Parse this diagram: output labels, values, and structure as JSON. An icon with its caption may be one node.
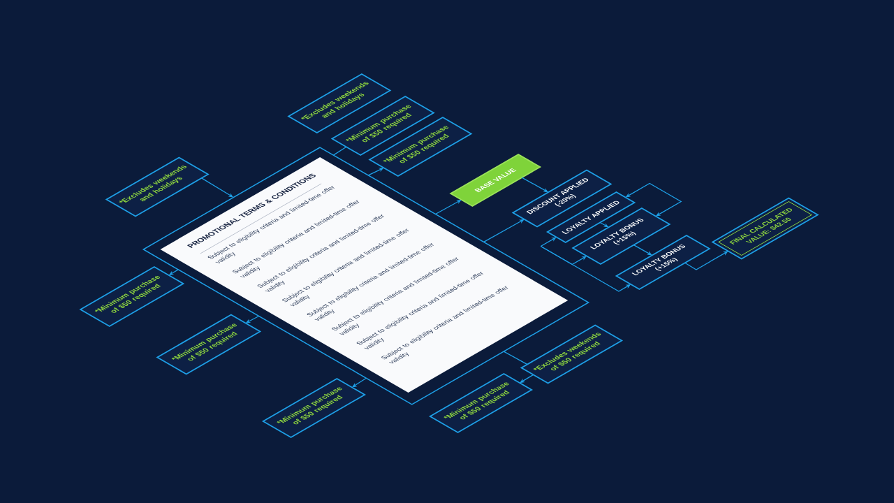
{
  "diagram": {
    "nodes": [
      {
        "text": [
          "*Excludes weekends and holidays"
        ]
      },
      {
        "text": [
          "*Minimum purchase of $50 required"
        ]
      },
      {
        "text": [
          "*Minimum purchase of $50 required"
        ]
      },
      {
        "text": [
          "*Excludes weekends and holidays"
        ]
      },
      {
        "text": [],
        "shape": "box"
      },
      {
        "text": [
          "PROMOTIONAL TERMS & CONDITIONS",
          "Subject to eligibility criteria and limited-time offer validity",
          "Subject to eligibility criteria and limited-time offer validity",
          "Subject to eligibility criteria and limited-time offer validity",
          "Subject to eligibility criteria and limited-time offer validity",
          "Subject to eligibility criteria and limited-time offer validity",
          "Subject to eligibility criteria and limited-time offer validity",
          "Subject to eligibility criteria and limited-time offer validity",
          "Subject to eligibility criteria and limited-time offer validity"
        ],
        "in": 4
      },
      {
        "text": [
          "BASE VALUE"
        ]
      },
      {
        "text": [
          "DISCOUNT APPLIED (-20%)"
        ]
      },
      {
        "text": [
          "LOYALTY APPLIED"
        ]
      },
      {
        "text": [
          "LOYALTY BONUS (+15%)"
        ]
      },
      {
        "text": [
          "LOYALTY BONUS (+15%)"
        ]
      },
      {
        "text": [
          "FINAL CALCULATED VALUE: $42.50"
        ]
      },
      {
        "text": [
          "*Minimum purchase of $50 required"
        ]
      },
      {
        "text": [
          "*Minimum purchase of $50 required"
        ]
      },
      {
        "text": [
          "*Minimum purchase of $50 required"
        ]
      },
      {
        "text": [
          "*Excludes weekends of $50 required"
        ]
      },
      {
        "text": [
          "*Minimum purchase of $50 required"
        ]
      }
    ],
    "edges": [
      {
        "from": 3,
        "to": 4,
        "arrow": "to"
      },
      {
        "from": 4,
        "to": 1,
        "arrow": "none"
      },
      {
        "from": 4,
        "to": 2,
        "arrow": "to"
      },
      {
        "from": 4,
        "to": 6,
        "arrow": "to"
      },
      {
        "from": 6,
        "to": 7,
        "arrow": "to"
      },
      {
        "from": 4,
        "to": 7,
        "arrow": "to"
      },
      {
        "from": null,
        "to": 8,
        "arrow": "to"
      },
      {
        "from": null,
        "to": 9,
        "arrow": "to"
      },
      {
        "from": null,
        "to": 10,
        "arrow": "to"
      },
      {
        "from": 8,
        "to": 9,
        "arrow": "both"
      },
      {
        "from": 8,
        "to": 9,
        "arrow": "to"
      },
      {
        "from": 9,
        "to": 10,
        "arrow": "to"
      },
      {
        "from": 10,
        "to": 11,
        "arrow": "to"
      },
      {
        "from": 4,
        "to": 12,
        "arrow": "to"
      },
      {
        "from": 4,
        "to": 13,
        "arrow": "to"
      },
      {
        "from": 4,
        "to": 14,
        "arrow": "to"
      },
      {
        "from": 4,
        "to": 15,
        "arrow": "none"
      },
      {
        "from": 15,
        "to": 16,
        "arrow": "to"
      }
    ]
  }
}
